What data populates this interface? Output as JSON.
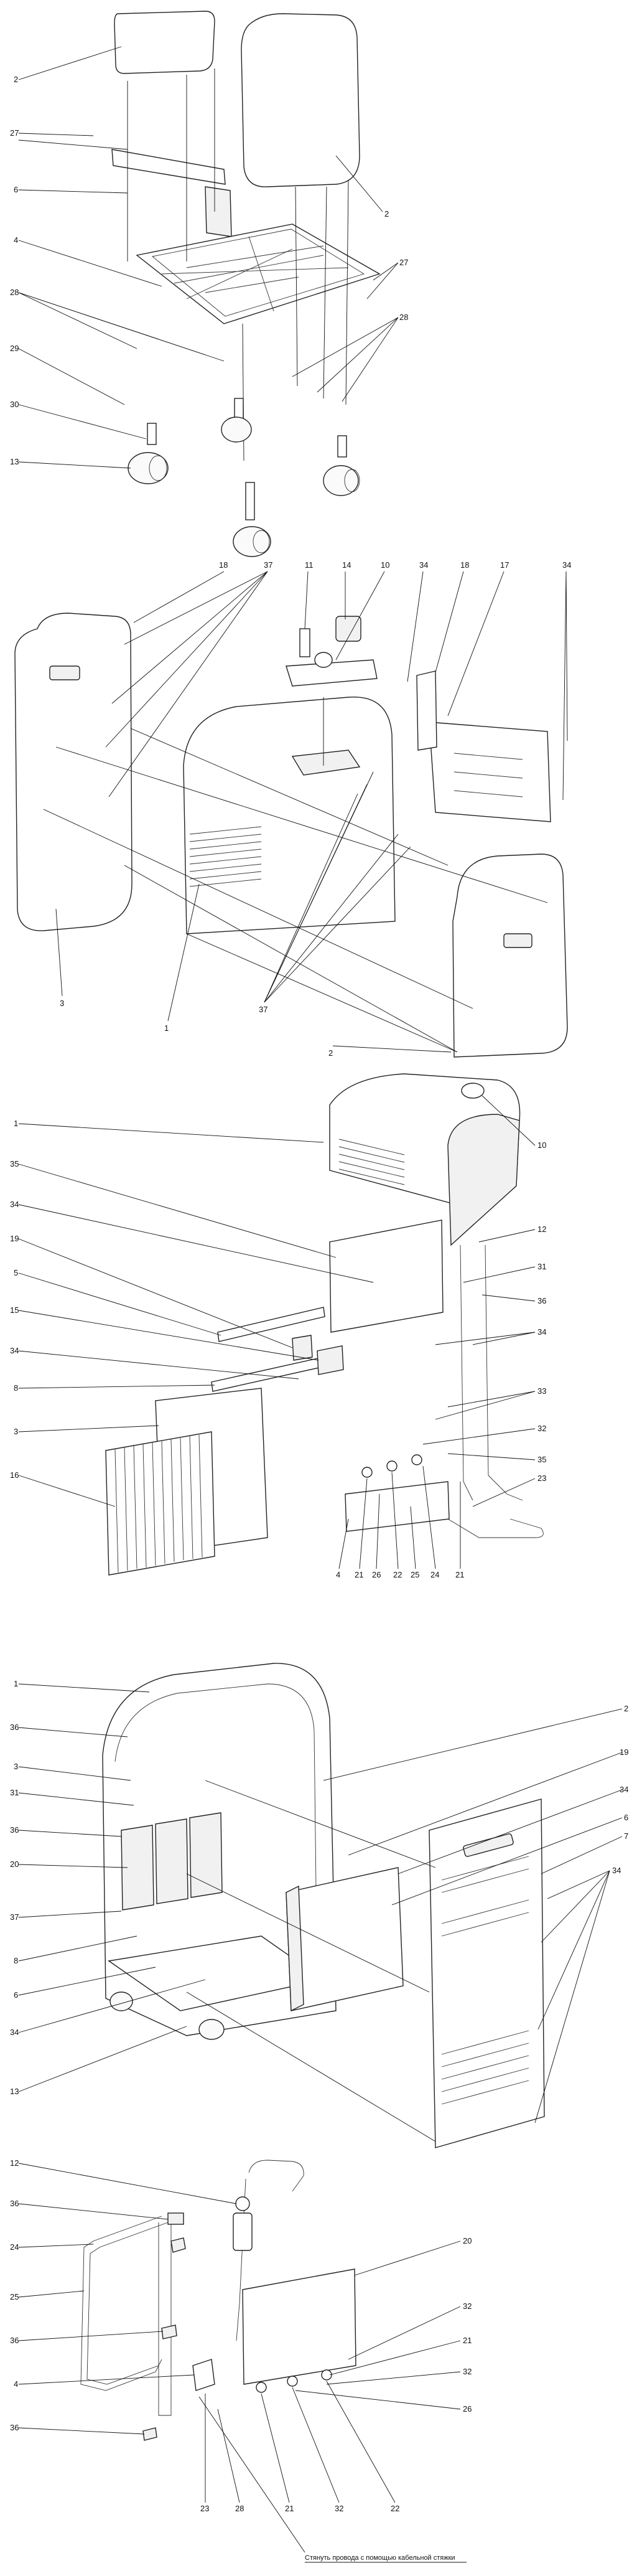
{
  "view1": {
    "labels": [
      "2",
      "2",
      "27",
      "6",
      "4",
      "28",
      "29",
      "30",
      "13",
      "27",
      "28"
    ]
  },
  "view2": {
    "labels": [
      "18",
      "37",
      "11",
      "14",
      "10",
      "34",
      "18",
      "17",
      "34",
      "3",
      "1",
      "2",
      "37"
    ]
  },
  "view3": {
    "labels": [
      "1",
      "35",
      "34",
      "19",
      "5",
      "15",
      "34",
      "8",
      "3",
      "16",
      "10",
      "12",
      "31",
      "36",
      "34",
      "33",
      "32",
      "35",
      "23",
      "21",
      "26",
      "22",
      "25",
      "24",
      "21",
      "4"
    ]
  },
  "view4": {
    "labels": [
      "1",
      "36",
      "3",
      "31",
      "36",
      "20",
      "37",
      "8",
      "6",
      "34",
      "13",
      "2",
      "19",
      "34",
      "6",
      "7",
      "34"
    ]
  },
  "view5": {
    "labels": [
      "12",
      "36",
      "24",
      "25",
      "36",
      "4",
      "36",
      "23",
      "28",
      "21",
      "32",
      "22",
      "20",
      "32",
      "21",
      "32",
      "26"
    ]
  },
  "note": "Стянуть провода с помощью кабельной стяжки"
}
